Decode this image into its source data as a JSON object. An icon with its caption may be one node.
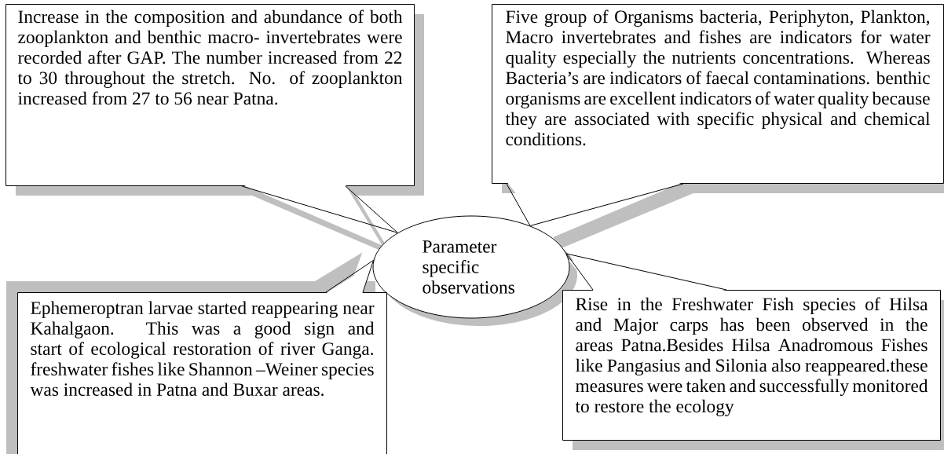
{
  "diagram": {
    "nodes": [
      {
        "text": [
          "Increase in the composition and abundance of both zooplankton and benthic macro- invertebrates were recorded after GAP. The number increased from 22 to 30 throughout the stretch. No. of zooplankton increased from 27 to 56 near Patna."
        ]
      },
      {
        "text": [
          "Five group of Organisms bacteria, Periphyton, Plankton, Macro invertebrates and fishes are indicators for water quality especially the nutrients concentrations. Whereas Bacteria’s are indicators of faecal contaminations. benthic organisms are excellent indicators of water quality because they are associated with specific physical and chemical conditions."
        ]
      },
      {
        "text": [
          "Parameter specific observations"
        ]
      },
      {
        "text": [
          "Ephemeroptran larvae started reappearing near Kahalgaon. This was a good sign and start of ecological restoration of river Ganga. freshwater fishes like Shannon –Weiner species was increased in Patna and Buxar areas."
        ]
      },
      {
        "text": [
          "Rise in the Freshwater Fish species of Hilsa and Major carps has been observed in the areas Patna.Besides Hilsa Anadromous Fishes like Pangasius and Silonia also reappeared.these measures were taken and successfully monitored to restore the ecology"
        ]
      }
    ],
    "edges": [
      {
        "from": 0,
        "to": 2,
        "arrow": "none"
      },
      {
        "from": 1,
        "to": 2,
        "arrow": "none"
      },
      {
        "from": 3,
        "to": 2,
        "arrow": "none"
      },
      {
        "from": 4,
        "to": 2,
        "arrow": "none"
      }
    ]
  }
}
